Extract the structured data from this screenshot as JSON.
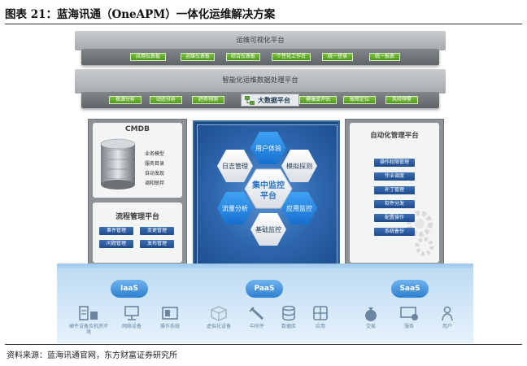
{
  "figure_title": "图表 21：蓝海讯通（OneAPM）一体化运维解决方案",
  "source": "资料来源：蓝海讯通官网，东方财富证券研究所",
  "visual_platform": {
    "title": "运维可视化平台",
    "items": [
      "应用仪表板",
      "运维仪表板",
      "综合仪表板",
      "个性化工作台",
      "统一登录",
      "统一报表"
    ]
  },
  "data_platform": {
    "title": "智能化运维数据处理平台",
    "items": [
      "根源分析",
      "动态分析",
      "趋势预测",
      "健康度评估",
      "故障定位",
      "风险预警"
    ],
    "center_label": "大数据平台"
  },
  "cmdb": {
    "title": "CMDB",
    "items": [
      "业务模型",
      "服务目录",
      "自动发现",
      "调和联邦"
    ]
  },
  "process_platform": {
    "title": "流程管理平台",
    "items": [
      "事件管理",
      "变更管理",
      "问题管理",
      "发布管理"
    ]
  },
  "monitoring": {
    "center": [
      "集中监控",
      "平台"
    ],
    "modules": [
      "用户体验",
      "模拟探测",
      "应用监控",
      "基础监控",
      "流量分析",
      "日志管理"
    ]
  },
  "automation": {
    "title": "自动化管理平台",
    "items": [
      "操作权限管理",
      "作业调度",
      "补丁管理",
      "软件分发",
      "配置操作",
      "系统备份"
    ]
  },
  "clouds": [
    "IaaS",
    "PaaS",
    "SaaS"
  ],
  "infrastructure": [
    {
      "label": "硬件设备及机房环境",
      "icon": "server-rack-icon"
    },
    {
      "label": "网络设备",
      "icon": "monitor-icon"
    },
    {
      "label": "操作系统",
      "icon": "os-window-icon"
    },
    {
      "label": "虚拟化设备",
      "icon": "cube-icon"
    },
    {
      "label": "中间件",
      "icon": "plug-icon"
    },
    {
      "label": "数据库",
      "icon": "database-icon"
    },
    {
      "label": "应用",
      "icon": "grid-icon"
    },
    {
      "label": "交易",
      "icon": "money-bag-icon"
    },
    {
      "label": "服务",
      "icon": "chat-screen-icon"
    },
    {
      "label": "用户",
      "icon": "user-icon"
    }
  ],
  "colors": {
    "chip_green": "#5fa82a",
    "center_blue": "#1a4a85",
    "cloud_blue": "#3b8ad6",
    "panel_gray": "#8e9296"
  }
}
